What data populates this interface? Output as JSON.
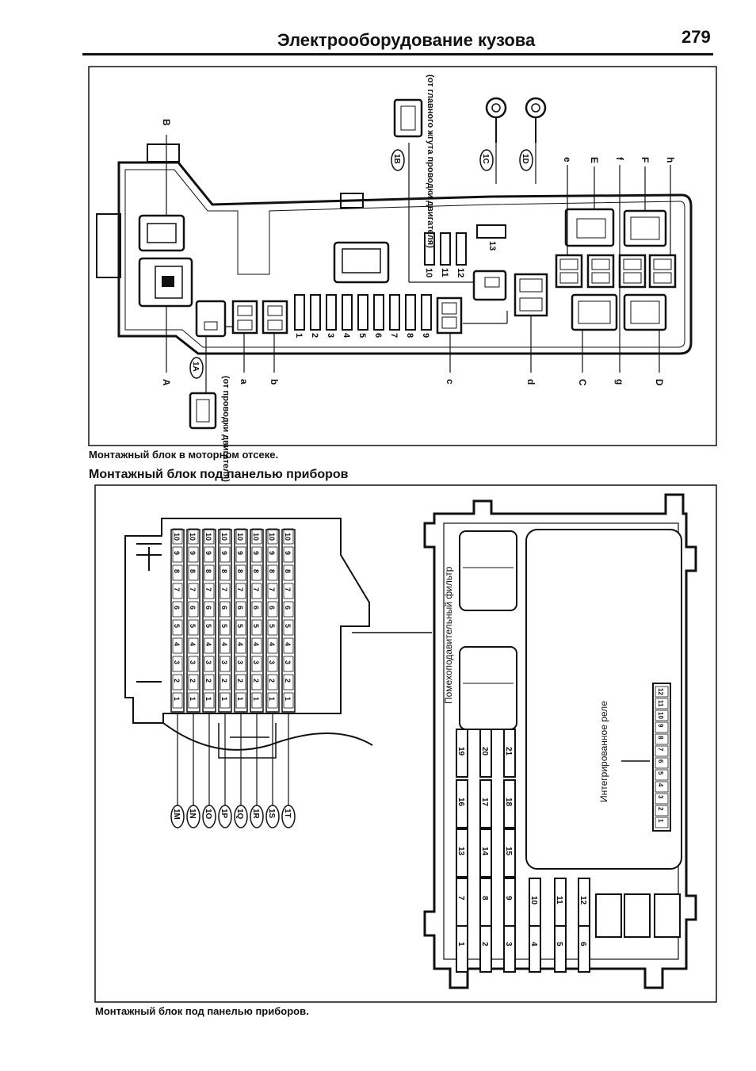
{
  "header": {
    "title": "Электрооборудование кузова",
    "page_number": "279"
  },
  "engine_block": {
    "caption": "Монтажный блок в моторном отсеке.",
    "letters": [
      "A",
      "a",
      "b",
      "c",
      "d",
      "C",
      "g",
      "D",
      "B",
      "e",
      "E",
      "f",
      "F",
      "h"
    ],
    "connector_ids": [
      "1A",
      "1B",
      "1C",
      "1D"
    ],
    "fuse_numbers": [
      "1",
      "2",
      "3",
      "4",
      "5",
      "6",
      "7",
      "8",
      "9",
      "10",
      "11",
      "12",
      "13"
    ],
    "from_engine_wiring": "(от проводки двигателя)",
    "from_main_harness": "(от главного жгута проводки двигателя)"
  },
  "dash_block": {
    "section_title": "Монтажный блок под панелью приборов",
    "caption": "Монтажный блок под панелью приборов.",
    "connector_ids": [
      "1M",
      "1N",
      "1O",
      "1P",
      "1Q",
      "1R",
      "1S",
      "1T"
    ],
    "column_numbers": [
      "1",
      "2",
      "3",
      "4",
      "5",
      "6",
      "7",
      "8",
      "9",
      "10"
    ],
    "filter_label": "Помехоподавительный фильтр",
    "relay_label": "Интегрированное реле",
    "relay_pins": [
      "1",
      "2",
      "3",
      "4",
      "5",
      "6",
      "7",
      "8",
      "9",
      "10",
      "11",
      "12"
    ],
    "fuse_numbers": [
      "1",
      "2",
      "3",
      "4",
      "5",
      "6",
      "7",
      "8",
      "9",
      "10",
      "11",
      "12",
      "13",
      "14",
      "15",
      "16",
      "17",
      "18",
      "19",
      "20",
      "21"
    ]
  }
}
